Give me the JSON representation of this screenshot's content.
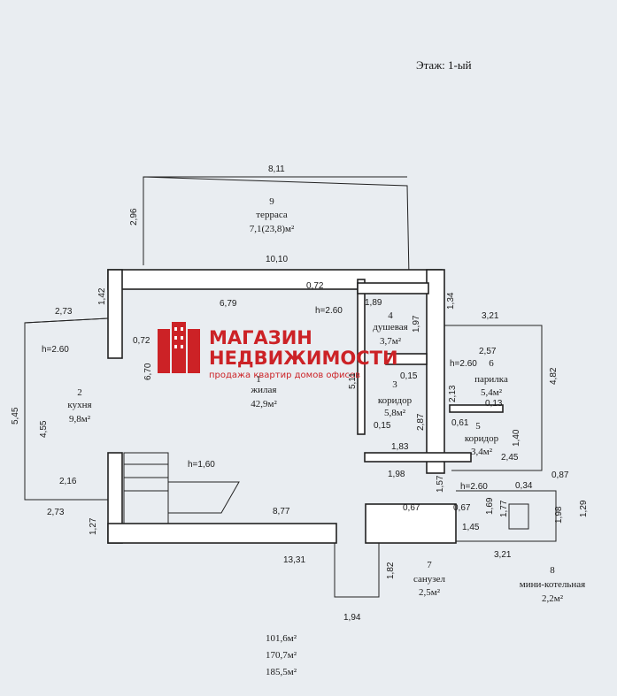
{
  "floor_label": "Этаж: 1-ый",
  "rooms": [
    {
      "num": "9",
      "name": "терраса",
      "area": "7,1(23,8)м²"
    },
    {
      "num": "1",
      "name": "жилая",
      "area": "42,9м²"
    },
    {
      "num": "2",
      "name": "кухня",
      "area": "9,8м²"
    },
    {
      "num": "3",
      "name": "коридор",
      "area": "5,8м²"
    },
    {
      "num": "4",
      "name": "душевая",
      "area": "3,7м²"
    },
    {
      "num": "5",
      "name": "коридор",
      "area": "3,4м²"
    },
    {
      "num": "6",
      "name": "парилка",
      "area": "5,4м²"
    },
    {
      "num": "7",
      "name": "санузел",
      "area": "2,5м²"
    },
    {
      "num": "8",
      "name": "мини-котельная",
      "area": "2,2м²"
    }
  ],
  "heights": {
    "main": "h=2.60",
    "kitchen": "h=2.60",
    "stair": "h=1,60",
    "sauna": "h=2.60",
    "lower": "h=2.60"
  },
  "dims": {
    "terrace_w": "8,11",
    "terrace_h": "2,96",
    "top_w": "10,10",
    "d1_42": "1,42",
    "d6_79": "6,79",
    "d0_72a": "0,72",
    "d0_72b": "0,72",
    "d2_73a": "2,73",
    "d2_73b": "2,73",
    "d6_70": "6,70",
    "d5_45": "5,45",
    "d4_55": "4,55",
    "d2_16": "2,16",
    "d1_27": "1,27",
    "d8_77": "8,77",
    "d13_31": "13,31",
    "d1_82": "1,82",
    "d1_94": "1,94",
    "d1_89": "1,89",
    "d1_97": "1,97",
    "d1_34": "1,34",
    "d3_21a": "3,21",
    "d2_57": "2,57",
    "d2_13": "2,13",
    "d4_82": "4,82",
    "d5_11": "5,11",
    "d0_15a": "0,15",
    "d0_15b": "0,15",
    "d2_87": "2,87",
    "d0_61": "0,61",
    "d0_13": "0,13",
    "d1_40": "1,40",
    "d1_83": "1,83",
    "d2_45": "2,45",
    "d1_98a": "1,98",
    "d1_57": "1,57",
    "d0_34": "0,34",
    "d0_87": "0,87",
    "d1_98b": "1,98",
    "d1_29": "1,29",
    "d0_67a": "0,67",
    "d0_67b": "0,67",
    "d1_69": "1,69",
    "d1_77": "1,77",
    "d1_45": "1,45",
    "d3_21b": "3,21"
  },
  "totals": [
    "101,6м²",
    "170,7м²",
    "185,5м²"
  ],
  "watermark": {
    "line1": "МАГАЗИН",
    "line2": "НЕДВИЖИМОСТИ",
    "line3": "продажа квартир домов офисов",
    "color": "#cc2226"
  }
}
